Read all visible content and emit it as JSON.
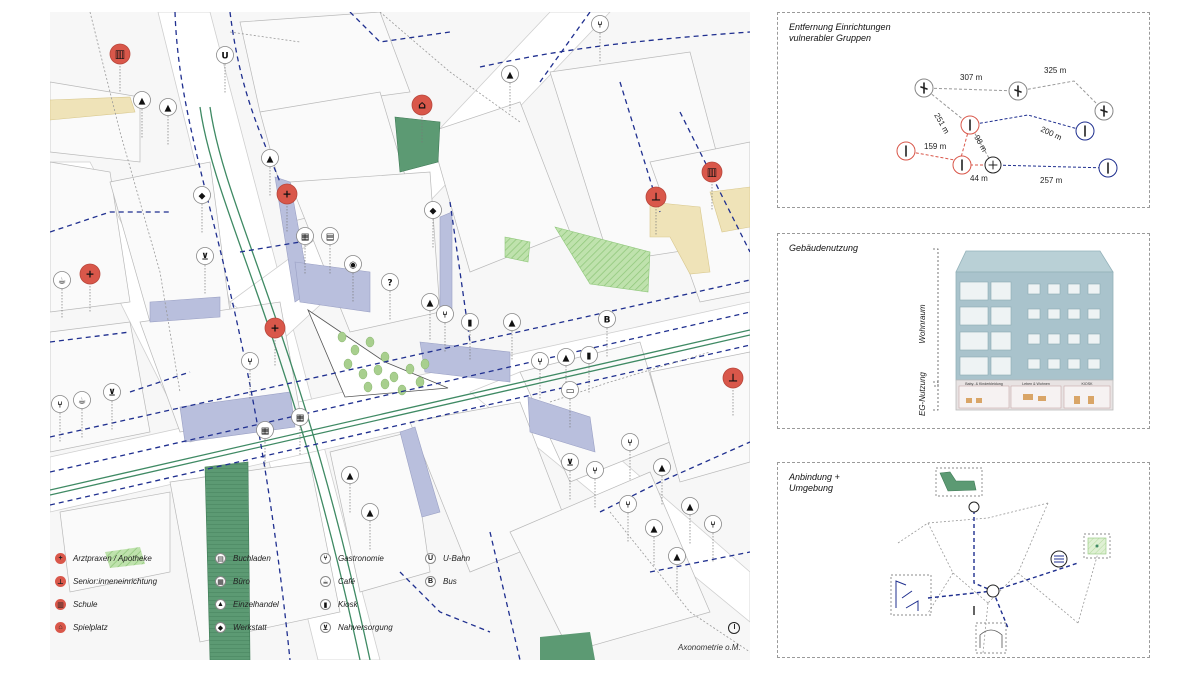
{
  "map": {
    "caption": "Axonometrie o.M.",
    "markers": {
      "u_bahn": "U",
      "bus": "B",
      "unknown": "?"
    }
  },
  "legend": {
    "items": [
      {
        "symbol": "+",
        "label": "Arztpraxen / Apotheke",
        "style": "red",
        "icon": "cross-icon"
      },
      {
        "symbol": "⊥",
        "label": "Senior:inneneinrichtung",
        "style": "red",
        "icon": "walker-icon"
      },
      {
        "symbol": "▥",
        "label": "Schule",
        "style": "red",
        "icon": "school-icon"
      },
      {
        "symbol": "⌂",
        "label": "Spielplatz",
        "style": "red",
        "icon": "playground-icon"
      },
      {
        "symbol": "▤",
        "label": "Buchladen",
        "style": "white",
        "icon": "book-icon"
      },
      {
        "symbol": "▦",
        "label": "Büro",
        "style": "white",
        "icon": "office-icon"
      },
      {
        "symbol": "▲",
        "label": "Einzelhandel",
        "style": "white",
        "icon": "bag-icon"
      },
      {
        "symbol": "◆",
        "label": "Werkstatt",
        "style": "white",
        "icon": "workshop-icon"
      },
      {
        "symbol": "⑂",
        "label": "Gastronomie",
        "style": "white",
        "icon": "cutlery-icon"
      },
      {
        "symbol": "☕",
        "label": "Café",
        "style": "white",
        "icon": "coffee-icon"
      },
      {
        "symbol": "▮",
        "label": "Kiosk",
        "style": "white",
        "icon": "bottle-icon"
      },
      {
        "symbol": "⊻",
        "label": "Nahversorgung",
        "style": "white",
        "icon": "cart-icon"
      },
      {
        "symbol": "U",
        "label": "U-Bahn",
        "style": "white",
        "icon": "u-bahn-icon"
      },
      {
        "symbol": "B",
        "label": "Bus",
        "style": "white",
        "icon": "bus-icon"
      }
    ]
  },
  "panels": {
    "distance": {
      "title_line1": "Entfernung Einrichtungen",
      "title_line2": "vulnerabler Gruppen",
      "distances": [
        "307 m",
        "325 m",
        "251 m",
        "200 m",
        "159 m",
        "98 m",
        "44 m",
        "257 m"
      ]
    },
    "usage": {
      "title": "Gebäudenutzung",
      "upper_label": "Wohnraum",
      "lower_label": "EG-Nutzung",
      "shop_labels": [
        "Baby- & Kinderkleidung",
        "Leben & Wohnen",
        "KIOSK"
      ]
    },
    "connect": {
      "title_line1": "Anbindung +",
      "title_line2": "Umgebung"
    }
  },
  "colors": {
    "transit_blue": "#1f2f8f",
    "green_line": "#3f8a64",
    "park_green": "#4f8f68",
    "hatch_green": "#9fcf8a",
    "red_marker": "#d9574a",
    "facade_blue": "#b9bfdd",
    "sand": "#efe3b8",
    "building_blue": "#a9c3cc"
  }
}
